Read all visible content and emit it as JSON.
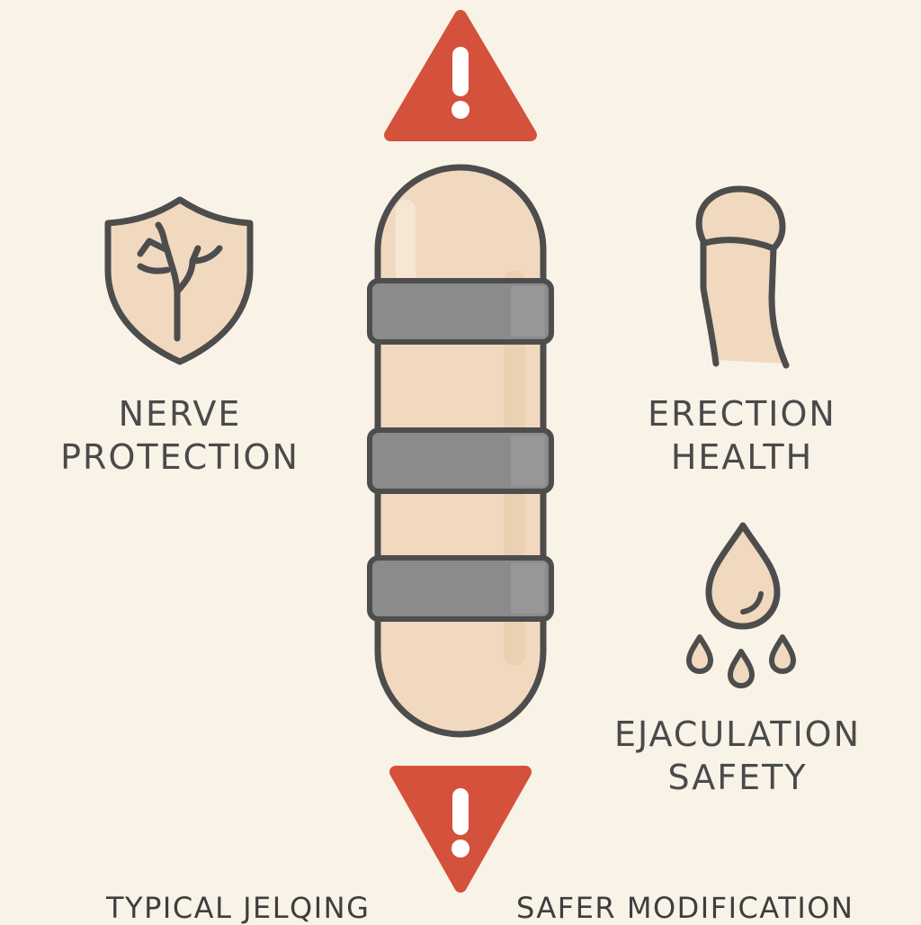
{
  "colors": {
    "background": "#f8f2e7",
    "warning": "#d4513c",
    "skin": "#f1d9bf",
    "outline": "#4d4d4d",
    "band": "#8b8b8b"
  },
  "icons": {
    "top_warning": "warning-triangle-icon",
    "bottom_warning": "warning-triangle-icon",
    "nerve": "shield-nerve-icon",
    "erection": "erect-penis-icon",
    "ejaculation": "droplets-icon",
    "device": "banded-capsule-icon"
  },
  "labels": {
    "nerve": {
      "line1": "NERVE",
      "line2": "PROTECTION"
    },
    "erection": {
      "line1": "ERECTION",
      "line2": "HEALTH"
    },
    "ejaculation": {
      "line1": "EJACULATION",
      "line2": "SAFETY"
    }
  },
  "bottom": {
    "left": "TYPICAL JELQING",
    "right": "SAFER MODIFICATION"
  }
}
